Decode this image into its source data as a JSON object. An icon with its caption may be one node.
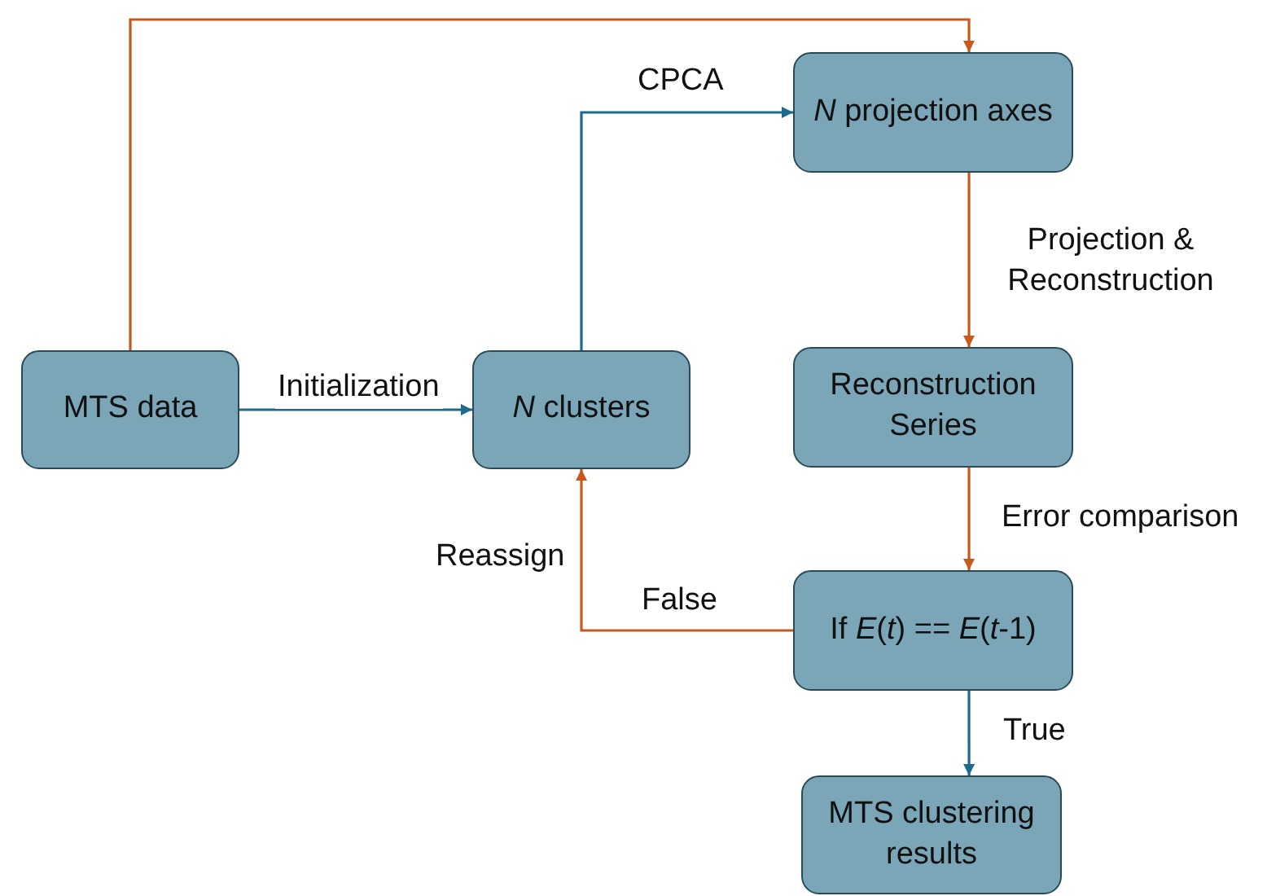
{
  "diagram": {
    "nodes": [
      {
        "text": [
          "MTS data"
        ]
      },
      {
        "text": [
          "*N* clusters"
        ]
      },
      {
        "text": [
          "*N* projection axes"
        ]
      },
      {
        "text": [
          "Reconstruction Series"
        ]
      },
      {
        "text": [
          "If *E*(*t*) == *E*(*t*-1)"
        ]
      },
      {
        "text": [
          "MTS clustering results"
        ]
      }
    ],
    "edges": [
      {
        "from": 0,
        "to": 1,
        "arrow": "to",
        "label": "Initialization",
        "color": "#1d6a8c"
      },
      {
        "from": 1,
        "to": 2,
        "arrow": "to",
        "label": "CPCA",
        "color": "#1d6a8c"
      },
      {
        "from": 0,
        "to": 2,
        "arrow": "to"
      },
      {
        "from": 2,
        "to": 3,
        "arrow": "to",
        "label": "Projection & Reconstruction"
      },
      {
        "from": 3,
        "to": 4,
        "arrow": "to",
        "label": "Error comparison"
      },
      {
        "from": 4,
        "to": 1,
        "arrow": "to",
        "label": "False"
      },
      {
        "from": 4,
        "to": 5,
        "arrow": "to",
        "label": "True",
        "color": "#1d6a8c"
      }
    ],
    "labels": [
      "Reassign"
    ]
  }
}
